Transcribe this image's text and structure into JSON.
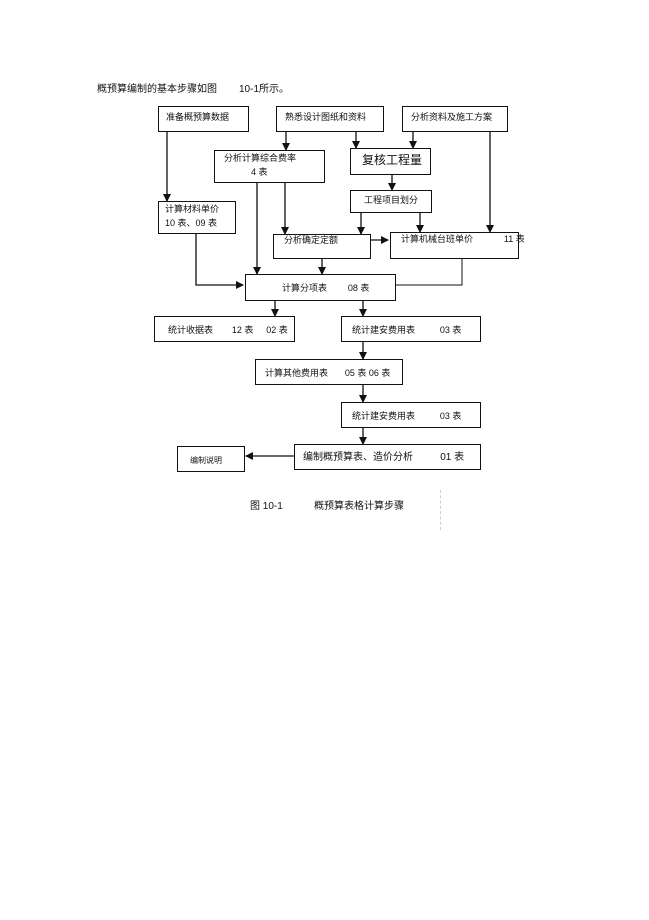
{
  "intro": {
    "text": "概预算编制的基本步骤如图",
    "figure_ref": "10-1",
    "suffix": "所示。"
  },
  "boxes": {
    "prep_data": "准备概预算数据",
    "study_drawings": "熟悉设计图纸和资料",
    "analyze_plan": "分析资料及施工方案",
    "calc_rate_line1": "分析计算综合费率",
    "calc_rate_line2": "4  表",
    "review_quantity": "复核工程量",
    "item_division": "工程项目划分",
    "material_price_line1": "计算材料单价",
    "material_price_line2": "10 表、09 表",
    "analyze_quota": "分析确定定额",
    "machine_price_label": "计算机械台班单价",
    "machine_price_num": "11 表",
    "calc_items_label": "计算分项表",
    "calc_items_num": "08 表",
    "stat_fees_label": "统计收据表",
    "stat_fees_num": "12 表",
    "stat_fees_num2": "02 表",
    "stat_install_a_label": "统计建安费用表",
    "stat_install_a_num": "03 表",
    "other_costs_label": "计算其他费用表",
    "other_costs_num": "05 表 06 表",
    "stat_install_b_label": "统计建安费用表",
    "stat_install_b_num": "03 表",
    "compile_label": "编制概预算表、造价分析",
    "compile_num": "01 表",
    "notes": "编制说明"
  },
  "caption": {
    "number": "图 10-1",
    "title": "概预算表格计算步骤"
  }
}
